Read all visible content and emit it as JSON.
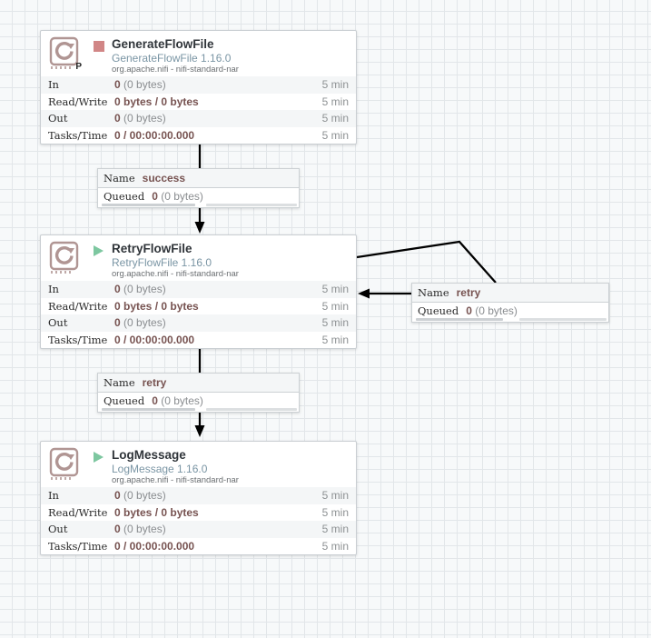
{
  "colors": {
    "running_green": "#7dc7a0",
    "stopped_red": "#d18686",
    "value_brown": "#775351",
    "type_teal": "#7a95a4",
    "line_black": "#000000"
  },
  "processors": [
    {
      "title": "GenerateFlowFile",
      "type": "GenerateFlowFile 1.16.0",
      "bundle": "org.apache.nifi - nifi-standard-nar",
      "state": "stopped",
      "primary_badge": "P",
      "stats": [
        {
          "label": "In",
          "value": "0",
          "detail": " (0 bytes)",
          "window": "5 min"
        },
        {
          "label": "Read/Write",
          "value": "0 bytes / 0 bytes",
          "detail": "",
          "window": "5 min"
        },
        {
          "label": "Out",
          "value": "0",
          "detail": " (0 bytes)",
          "window": "5 min"
        },
        {
          "label": "Tasks/Time",
          "value": "0 / 00:00:00.000",
          "detail": "",
          "window": "5 min"
        }
      ]
    },
    {
      "title": "RetryFlowFile",
      "type": "RetryFlowFile 1.16.0",
      "bundle": "org.apache.nifi - nifi-standard-nar",
      "state": "running",
      "stats": [
        {
          "label": "In",
          "value": "0",
          "detail": " (0 bytes)",
          "window": "5 min"
        },
        {
          "label": "Read/Write",
          "value": "0 bytes / 0 bytes",
          "detail": "",
          "window": "5 min"
        },
        {
          "label": "Out",
          "value": "0",
          "detail": " (0 bytes)",
          "window": "5 min"
        },
        {
          "label": "Tasks/Time",
          "value": "0 / 00:00:00.000",
          "detail": "",
          "window": "5 min"
        }
      ]
    },
    {
      "title": "LogMessage",
      "type": "LogMessage 1.16.0",
      "bundle": "org.apache.nifi - nifi-standard-nar",
      "state": "running",
      "stats": [
        {
          "label": "In",
          "value": "0",
          "detail": " (0 bytes)",
          "window": "5 min"
        },
        {
          "label": "Read/Write",
          "value": "0 bytes / 0 bytes",
          "detail": "",
          "window": "5 min"
        },
        {
          "label": "Out",
          "value": "0",
          "detail": " (0 bytes)",
          "window": "5 min"
        },
        {
          "label": "Tasks/Time",
          "value": "0 / 00:00:00.000",
          "detail": "",
          "window": "5 min"
        }
      ]
    }
  ],
  "connections": [
    {
      "name_label": "Name",
      "name": "success",
      "queued_label": "Queued",
      "queued_value": "0",
      "queued_detail": " (0 bytes)"
    },
    {
      "name_label": "Name",
      "name": "retry",
      "queued_label": "Queued",
      "queued_value": "0",
      "queued_detail": " (0 bytes)"
    },
    {
      "name_label": "Name",
      "name": "retry",
      "queued_label": "Queued",
      "queued_value": "0",
      "queued_detail": " (0 bytes)"
    }
  ]
}
